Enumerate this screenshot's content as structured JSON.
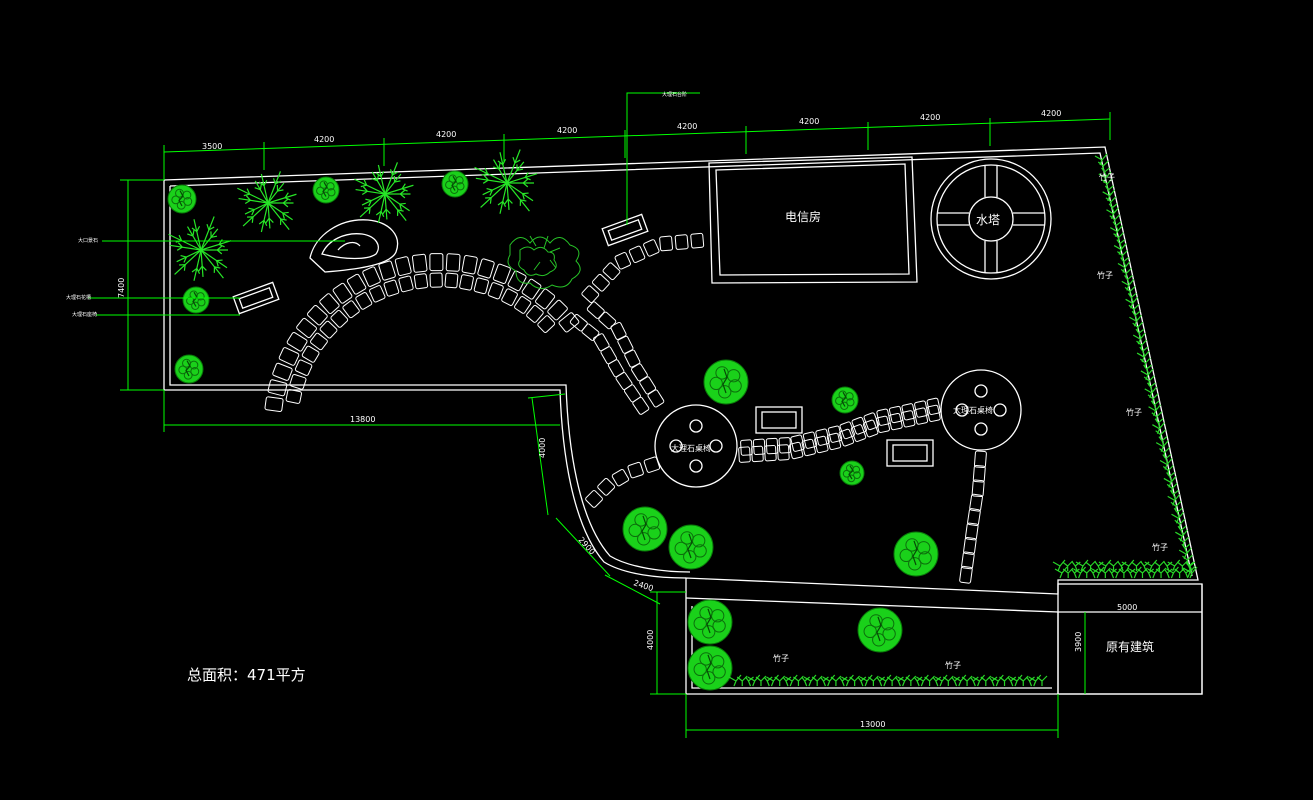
{
  "colors": {
    "background": "#000000",
    "lines": "#ffffff",
    "dimensions": "#00ff00",
    "plants": "#1ad11a"
  },
  "rooms": {
    "telecom": "电信房",
    "water_tower": "水塔",
    "existing_building": "原有建筑"
  },
  "features": {
    "table_left": "大理石桌椅",
    "table_right": "大理石桌椅"
  },
  "plants": {
    "bamboo": "竹子"
  },
  "leaders": {
    "rock": "大口景石",
    "planter": "大理石花槽",
    "bench_1": "大理石座椅",
    "bench_2": "大理石台阶"
  },
  "dimensions": {
    "top": [
      "3500",
      "4200",
      "4200",
      "4200",
      "4200",
      "4200",
      "4200",
      "4200"
    ],
    "left": "7400",
    "bottom_left": "13800",
    "diag_1": "4000",
    "diag_2": "2900",
    "diag_3": "2400",
    "lower_left": "4000",
    "bottom": "13000",
    "building_width": "5000",
    "building_height": "3900"
  },
  "total_area": "总面积：471平方"
}
